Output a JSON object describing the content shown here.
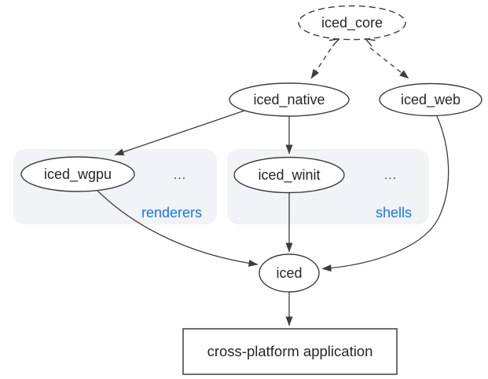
{
  "diagram": {
    "nodes": {
      "iced_core": {
        "label": "iced_core"
      },
      "iced_native": {
        "label": "iced_native"
      },
      "iced_web": {
        "label": "iced_web"
      },
      "iced_wgpu": {
        "label": "iced_wgpu"
      },
      "iced_winit": {
        "label": "iced_winit"
      },
      "iced": {
        "label": "iced"
      },
      "application": {
        "label": "cross-platform application"
      }
    },
    "groups": {
      "renderers": {
        "label": "renderers",
        "ellipsis": "..."
      },
      "shells": {
        "label": "shells",
        "ellipsis": "..."
      }
    },
    "colors": {
      "line": "#3d3d3d",
      "text": "#262626",
      "group_fill": "#f1f3f7",
      "group_label": "#1a73e8",
      "node_fill": "#ffffff",
      "background": "#ffffff"
    }
  }
}
